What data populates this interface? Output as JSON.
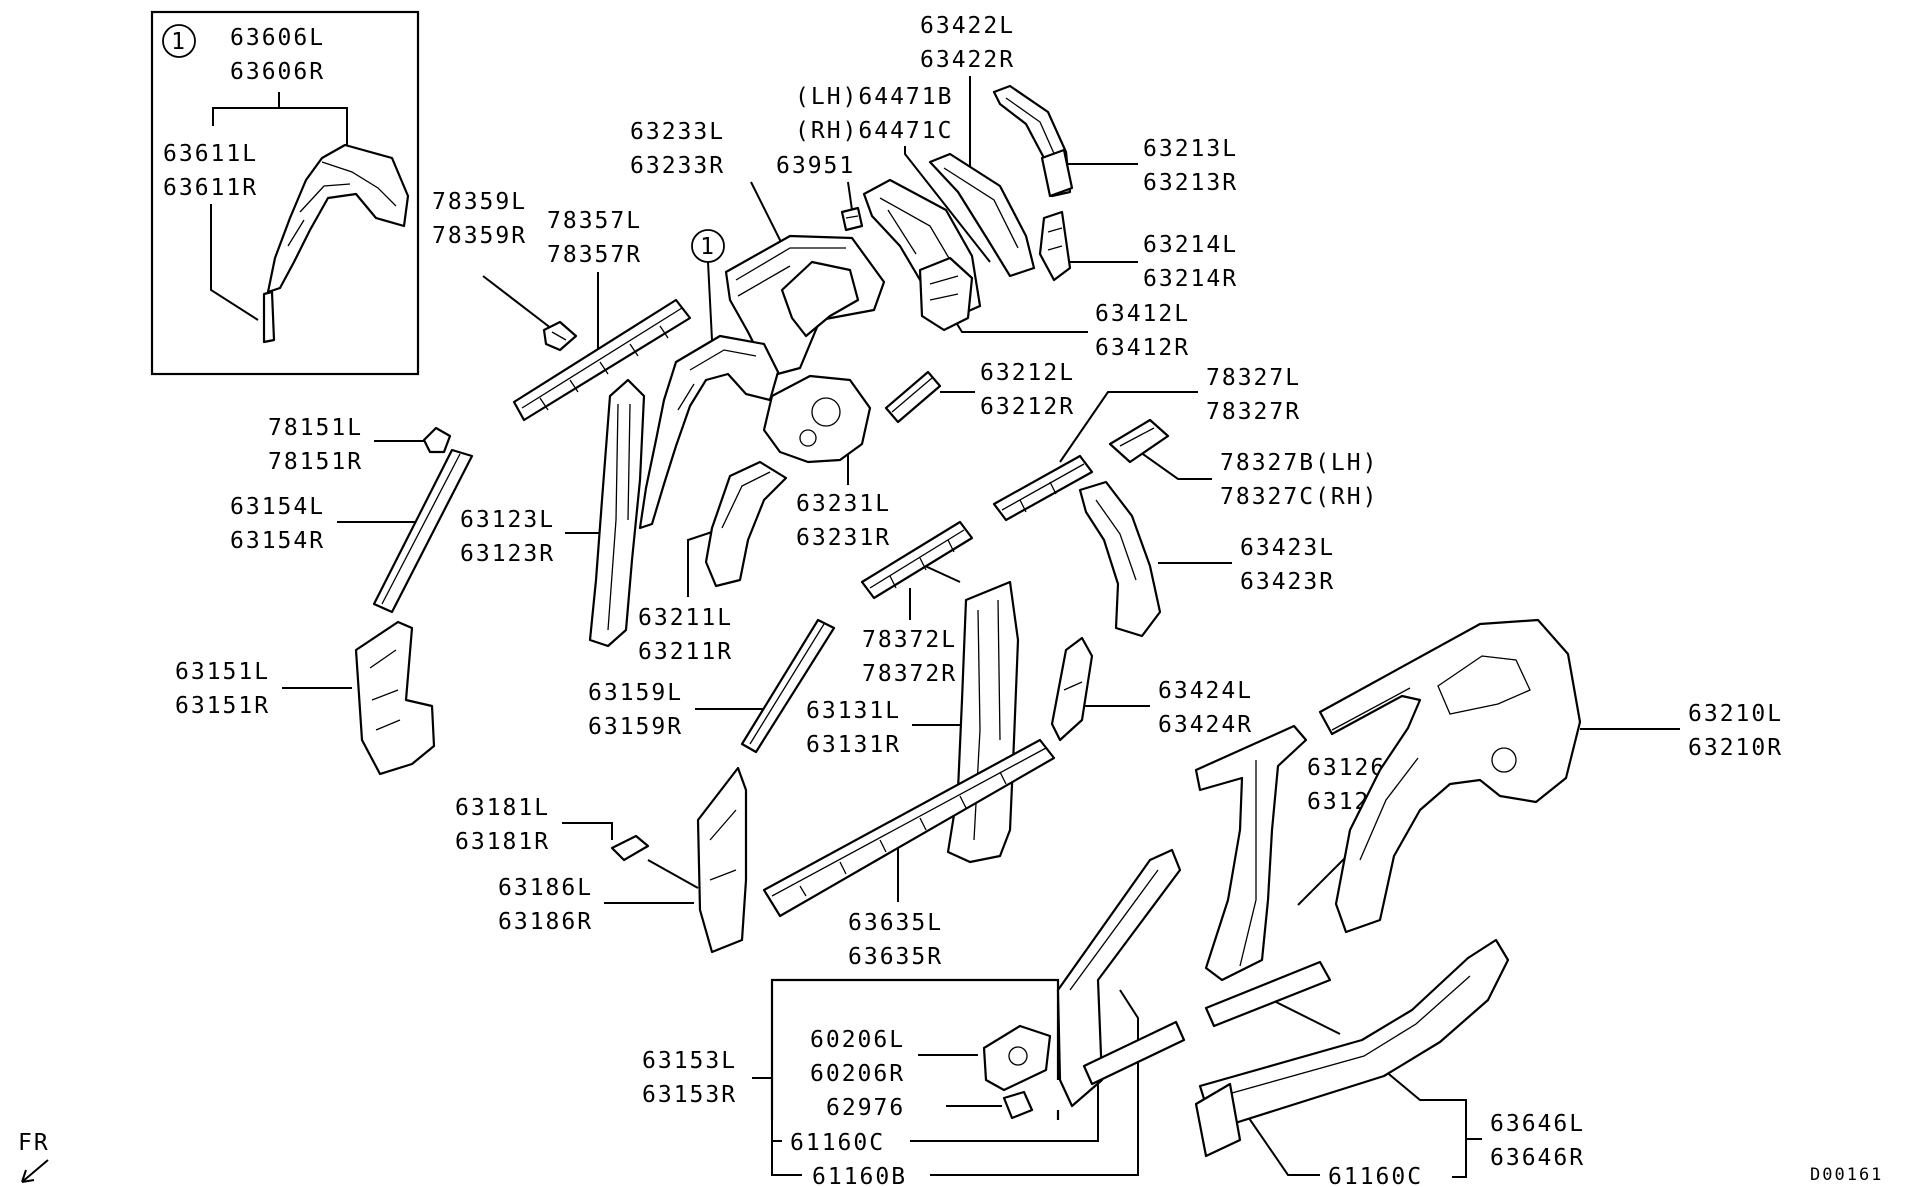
{
  "labels": {
    "p63606": [
      "63606L",
      "63606R"
    ],
    "p63611": [
      "63611L",
      "63611R"
    ],
    "p78359": [
      "78359L",
      "78359R"
    ],
    "p78357": [
      "78357L",
      "78357R"
    ],
    "p63233": [
      "63233L",
      "63233R"
    ],
    "p64471": [
      "(LH)64471B",
      "(RH)64471C"
    ],
    "p63951": [
      "63951"
    ],
    "p63422": [
      "63422L",
      "63422R"
    ],
    "p63213": [
      "63213L",
      "63213R"
    ],
    "p63214": [
      "63214L",
      "63214R"
    ],
    "p63412": [
      "63412L",
      "63412R"
    ],
    "p78151": [
      "78151L",
      "78151R"
    ],
    "p63212": [
      "63212L",
      "63212R"
    ],
    "p78327": [
      "78327L",
      "78327R"
    ],
    "p78327bc": [
      "78327B(LH)",
      "78327C(RH)"
    ],
    "p63154": [
      "63154L",
      "63154R"
    ],
    "p63123": [
      "63123L",
      "63123R"
    ],
    "p63231": [
      "63231L",
      "63231R"
    ],
    "p63423": [
      "63423L",
      "63423R"
    ],
    "p63211": [
      "63211L",
      "63211R"
    ],
    "p78372": [
      "78372L",
      "78372R"
    ],
    "p63151": [
      "63151L",
      "63151R"
    ],
    "p63159": [
      "63159L",
      "63159R"
    ],
    "p63131": [
      "63131L",
      "63131R"
    ],
    "p63424": [
      "63424L",
      "63424R"
    ],
    "p63210": [
      "63210L",
      "63210R"
    ],
    "p63126": [
      "63126L",
      "63126R"
    ],
    "p63181": [
      "63181L",
      "63181R"
    ],
    "p63186": [
      "63186L",
      "63186R"
    ],
    "p63635": [
      "63635L",
      "63635R"
    ],
    "p60206": [
      "60206L",
      "60206R"
    ],
    "p63153": [
      "63153L",
      "63153R"
    ],
    "p62976": [
      "62976"
    ],
    "p61160c_a": [
      "61160C"
    ],
    "p61160b": [
      "61160B"
    ],
    "p63646": [
      "63646L",
      "63646R"
    ],
    "p61160c_b": [
      "61160C"
    ]
  },
  "callouts": {
    "detail_ref": "1"
  },
  "direction": {
    "label": "FR"
  },
  "diagram_id": "D00161"
}
